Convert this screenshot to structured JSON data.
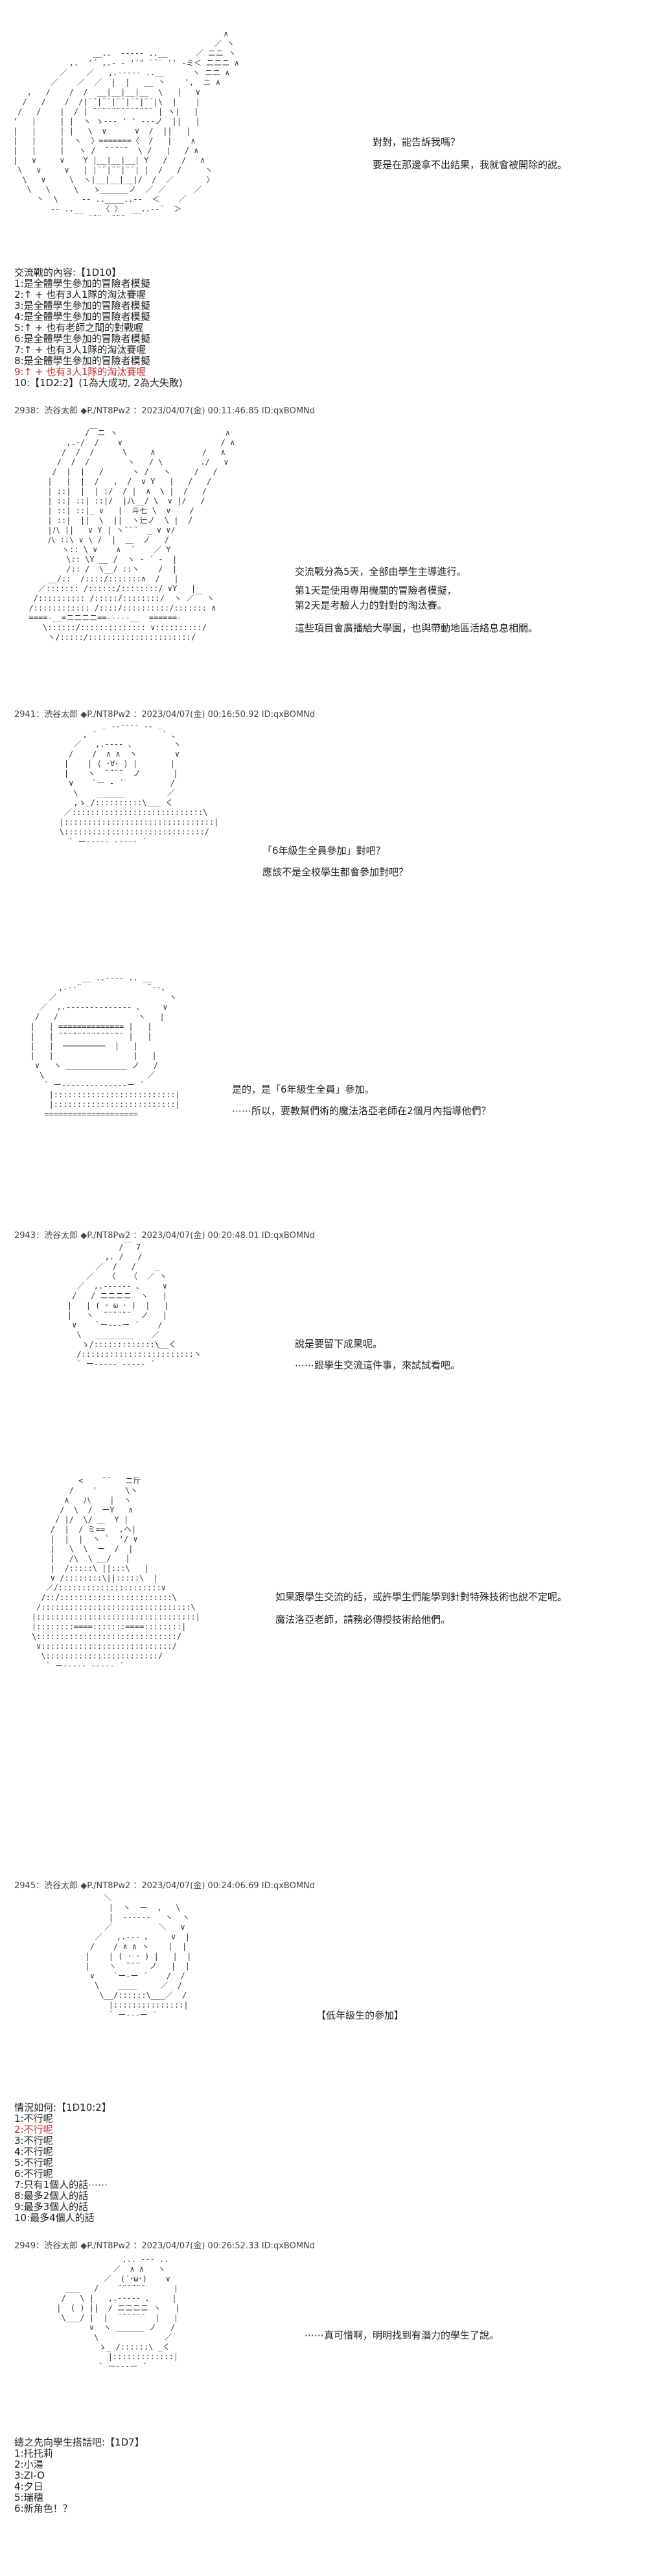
{
  "dialogs": {
    "s1": [
      "對對，能告訴我嗎？",
      "要是在那邊拿不出結果，我就會被開除的說。"
    ],
    "s2": [
      "交流戰分為5天，全部由學生主導進行。",
      "第1天是使用專用機關的冒險者模擬，",
      "第2天是考驗人力的對對的淘汰賽。",
      "這些項目會廣播給大學園，也與帶動地區活絡息息相關。"
    ],
    "s3": [
      "「6年級生全員參加」對吧？",
      "應該不是全校學生都會參加對吧？"
    ],
    "s4": [
      "是的，是「6年級生全員」參加。",
      "⋯⋯所以，要教幫們術的魔法洛亞老師在2個月內指導他們？"
    ],
    "s5": [
      "說是要留下成果呢。",
      "⋯⋯跟學生交流這件事，來試試看吧。"
    ],
    "s6": [
      "如果跟學生交流的話，或許學生們能學到針對特殊技術也說不定呢。",
      "魔法洛亞老師，請務必傳授技術給他們。"
    ],
    "s7": [
      "【低年級生的參加】"
    ],
    "s8": [
      "⋯⋯真可惜啊，明明找到有潛力的學生了說。"
    ]
  },
  "lists": {
    "exchange": {
      "header": "交流戰的內容:【1D10】",
      "items": [
        "1:是全體學生參加的冒險者模擬",
        "2:↑ + 也有3人1隊的淘汰賽喔",
        "3:是全體學生參加的冒險者模擬",
        "4:是全體學生參加的冒險者模擬",
        "5:↑ + 也有老師之間的對戰喔",
        "6:是全體學生參加的冒險者模擬",
        "7:↑ + 也有3人1隊的淘汰賽喔",
        "8:是全體學生參加的冒險者模擬",
        "9:↑ + 也有3人1隊的淘汰賽喔",
        "10:【1D2:2】(1為大成功, 2為大失敗)"
      ],
      "red": [
        8
      ]
    },
    "situation": {
      "header": "情況如何:【1D10:2】",
      "items": [
        "1:不行呢",
        "2:不行呢",
        "3:不行呢",
        "4:不行呢",
        "5:不行呢",
        "6:不行呢",
        "7:只有1個人的話⋯⋯",
        "8:最多2個人的話",
        "9:最多3個人的話",
        "10:最多4個人的話"
      ],
      "red": [
        1
      ]
    },
    "contact": {
      "header": "總之先向學生搭話吧:【1D7】",
      "items": [
        "1:托托莉",
        "2:小湯",
        "3:ZI-O",
        "4:夕日",
        "5:瑞穗",
        "6:新角色！？"
      ],
      "red": []
    }
  },
  "posts": {
    "p2938": "2938：渋谷太郎 ◆P./NT8Pw2 ：2023/04/07(金) 00:11:46.85 ID:qxBOMNd",
    "p2941": "2941：渋谷太郎 ◆P./NT8Pw2 ：2023/04/07(金) 00:16:50.92 ID:qxBOMNd",
    "p2943": "2943：渋谷太郎 ◆P./NT8Pw2 ：2023/04/07(金) 00:20:48.01 ID:qxBOMNd",
    "p2945": "2945：渋谷太郎 ◆P./NT8Pw2 ：2023/04/07(金) 00:24:06.69 ID:qxBOMNd",
    "p2949": "2949：渋谷太郎 ◆P./NT8Pw2 ：2023/04/07(金) 00:26:52.33 ID:qxBOMNd"
  }
}
